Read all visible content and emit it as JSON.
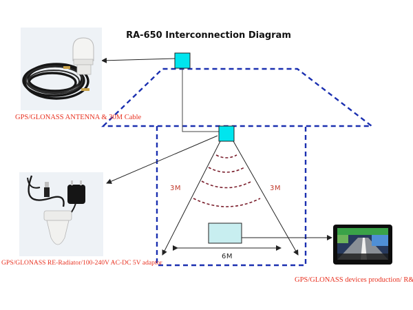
{
  "title": "RA-650 Interconnection Diagram",
  "labels": {
    "antenna": "GPS/GLONASS ANTENNA & 30M Cable",
    "reradiator": "GPS/GLONASS RE-Radiator/100-240V AC-DC 5V adaptor",
    "devices": "GPS/GLONASS devices production/ R&D test"
  },
  "dimensions": {
    "left_range": "3M",
    "right_range": "3M",
    "width": "6M"
  },
  "colors": {
    "house_outline": "#1a2fb0",
    "node_fill": "#00e5ee",
    "wave": "#7a1e2c",
    "label_red": "#e8301f",
    "device_box": "#c8eef0"
  }
}
